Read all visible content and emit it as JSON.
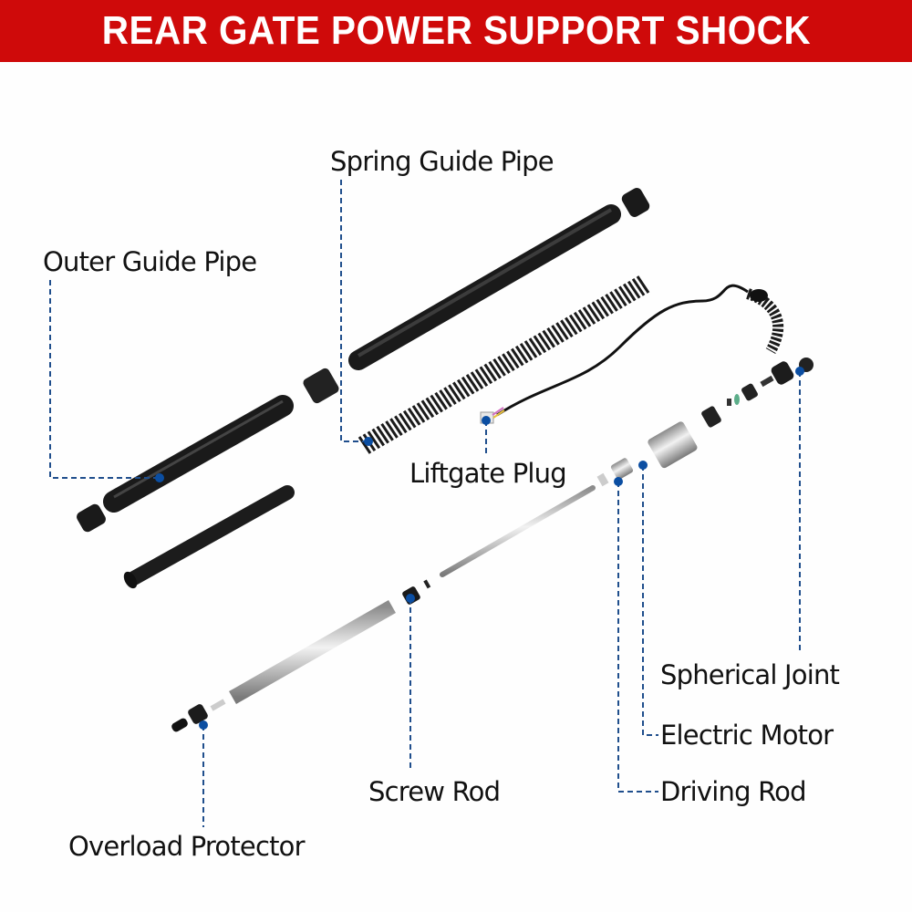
{
  "title": "REAR GATE POWER SUPPORT SHOCK",
  "colors": {
    "banner": "#cf0a0a",
    "leader": "#1f4e8c",
    "dot": "#0b4ea2",
    "part_dark": "#1c1c1c",
    "part_metal": "#b8b8b8"
  },
  "labels": {
    "spring_guide_pipe": "Spring Guide Pipe",
    "outer_guide_pipe": "Outer Guide Pipe",
    "liftgate_plug": "Liftgate Plug",
    "spherical_joint": "Spherical Joint",
    "electric_motor": "Electric Motor",
    "driving_rod": "Driving Rod",
    "screw_rod": "Screw Rod",
    "overload_protector": "Overload Protector"
  }
}
